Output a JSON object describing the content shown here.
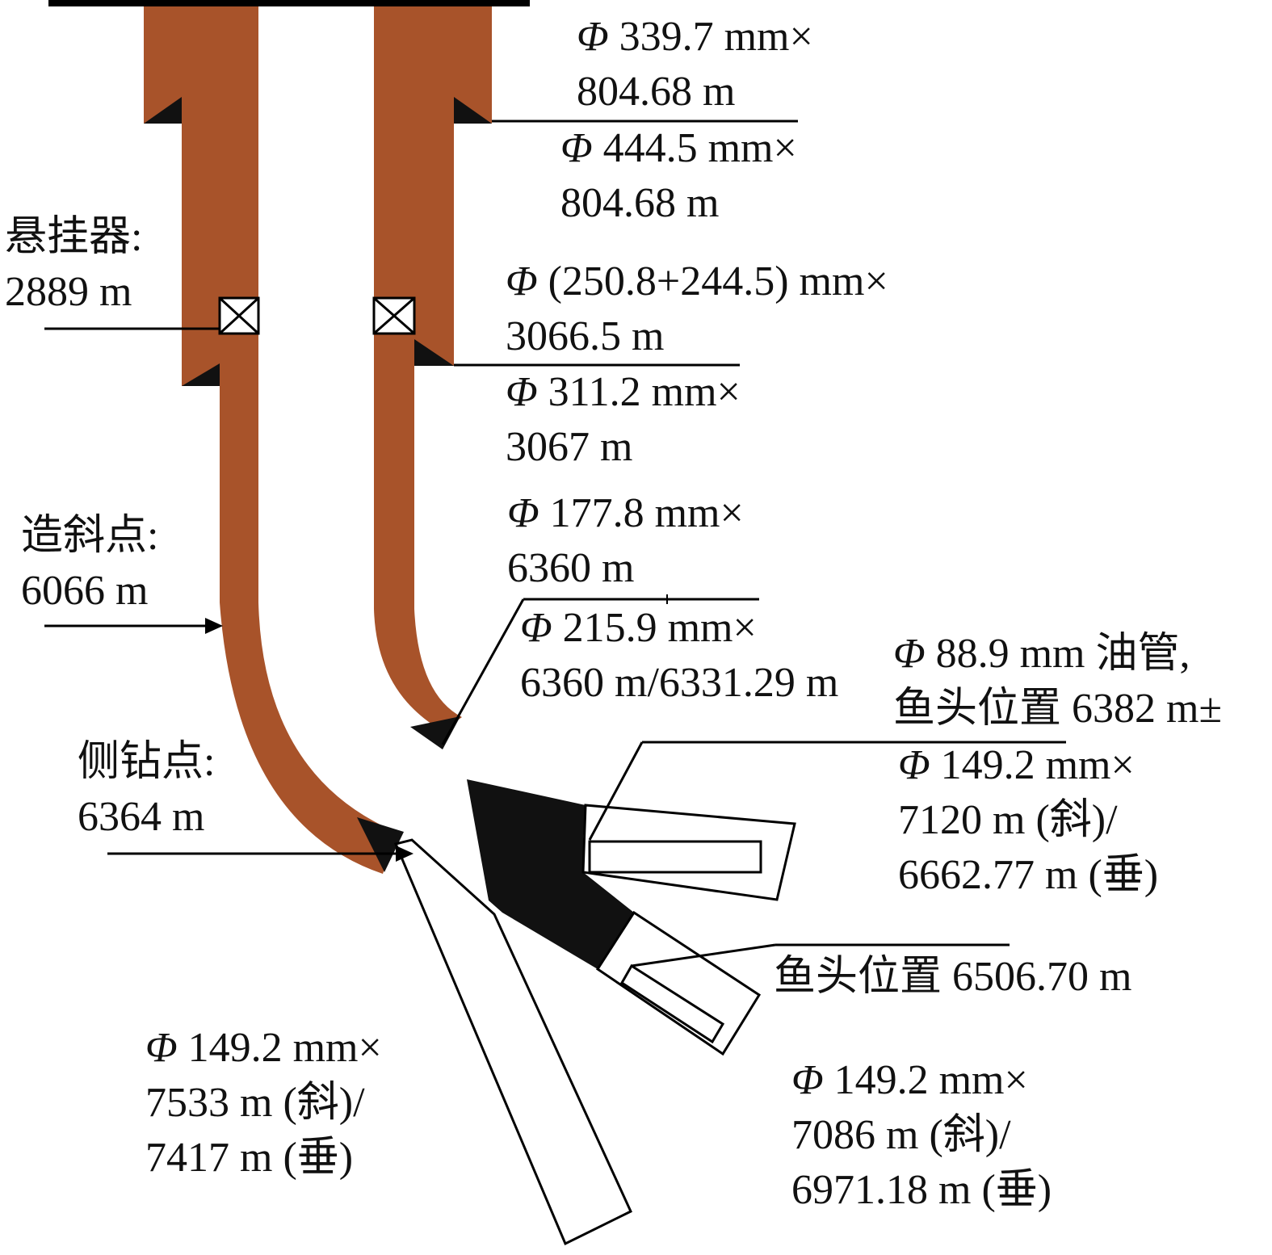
{
  "colors": {
    "casing": "#A8532A",
    "cement": "#111111",
    "line": "#000000",
    "background": "#FFFFFF"
  },
  "labels": {
    "casing_339": {
      "line1": "339.7 mm×",
      "line2": "804.68 m"
    },
    "hole_444": {
      "line1": "444.5 mm×",
      "line2": "804.68 m"
    },
    "hanger": {
      "line1": "悬挂器:",
      "line2": "2889 m"
    },
    "casing_250": {
      "line1": "(250.8+244.5) mm×",
      "line2": "3066.5 m"
    },
    "hole_311": {
      "line1": "311.2 mm×",
      "line2": "3067 m"
    },
    "kickoff": {
      "line1": "造斜点:",
      "line2": "6066 m"
    },
    "casing_177": {
      "line1": "177.8 mm×",
      "line2": "6360 m"
    },
    "hole_215": {
      "line1": "215.9 mm×",
      "line2": "6360 m/6331.29 m"
    },
    "tubing_88": {
      "line1": "88.9 mm 油管,",
      "line2": "鱼头位置 6382 m±"
    },
    "sidetrack": {
      "line1": "侧钻点:",
      "line2": "6364 m"
    },
    "branch1_149": {
      "line1": "149.2 mm×",
      "line2": "7120 m (斜)/",
      "line3": "6662.77 m (垂)"
    },
    "fish2": {
      "line1": "鱼头位置 6506.70 m"
    },
    "branch2_149": {
      "line1": "149.2 mm×",
      "line2": "7086 m (斜)/",
      "line3": "6971.18 m (垂)"
    },
    "branch3_149": {
      "line1": "149.2 mm×",
      "line2": "7533 m (斜)/",
      "line3": "7417 m (垂)"
    },
    "phi_symbol": "Φ"
  }
}
